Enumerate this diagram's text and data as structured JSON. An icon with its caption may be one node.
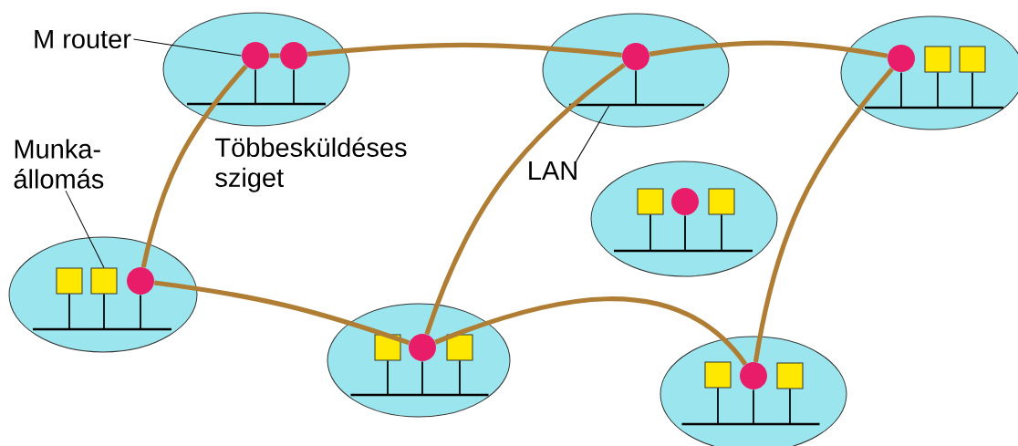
{
  "diagram": {
    "nodes": [
      {
        "text": [
          "M router"
        ]
      },
      {
        "text": [],
        "shape": "ellipse"
      },
      {
        "text": [],
        "shape": "circle",
        "in": 1
      },
      {
        "text": [],
        "shape": "circle",
        "in": 1
      },
      {
        "text": [],
        "shape": "bar",
        "in": 1
      },
      {
        "text": [],
        "shape": "ellipse"
      },
      {
        "text": [],
        "shape": "circle",
        "in": 5
      },
      {
        "text": [],
        "shape": "bar",
        "in": 5
      },
      {
        "text": [],
        "shape": "ellipse"
      },
      {
        "text": [],
        "shape": "circle",
        "in": 8
      },
      {
        "text": [],
        "shape": "box",
        "in": 8
      },
      {
        "text": [],
        "shape": "box",
        "in": 8
      },
      {
        "text": [],
        "shape": "bar",
        "in": 8
      },
      {
        "text": [
          "Munka- állomás"
        ]
      },
      {
        "text": [
          "LAN"
        ]
      },
      {
        "text": [],
        "shape": "ellipse"
      },
      {
        "text": [],
        "shape": "box",
        "in": 15
      },
      {
        "text": [],
        "shape": "circle",
        "in": 15
      },
      {
        "text": [],
        "shape": "box",
        "in": 15
      },
      {
        "text": [],
        "shape": "bar",
        "in": 15
      },
      {
        "text": [],
        "shape": "ellipse"
      },
      {
        "text": [],
        "shape": "box",
        "in": 20
      },
      {
        "text": [],
        "shape": "box",
        "in": 20
      },
      {
        "text": [],
        "shape": "circle",
        "in": 20
      },
      {
        "text": [],
        "shape": "bar",
        "in": 20
      },
      {
        "text": [],
        "shape": "ellipse"
      },
      {
        "text": [],
        "shape": "box",
        "in": 25
      },
      {
        "text": [],
        "shape": "circle",
        "in": 25
      },
      {
        "text": [],
        "shape": "box",
        "in": 25
      },
      {
        "text": [],
        "shape": "bar",
        "in": 25
      },
      {
        "text": [],
        "shape": "ellipse"
      },
      {
        "text": [],
        "shape": "box",
        "in": 30
      },
      {
        "text": [],
        "shape": "circle",
        "in": 30
      },
      {
        "text": [],
        "shape": "box",
        "in": 30
      },
      {
        "text": [],
        "shape": "bar",
        "in": 30
      }
    ],
    "edges": [
      {
        "from": 0,
        "to": 2,
        "arrow": "none"
      },
      {
        "from": 13,
        "to": 22,
        "arrow": "none"
      },
      {
        "from": 14,
        "to": 7,
        "arrow": "none"
      },
      {
        "from": 2,
        "to": 4,
        "arrow": "none"
      },
      {
        "from": 3,
        "to": 4,
        "arrow": "none"
      },
      {
        "from": 6,
        "to": 7,
        "arrow": "none"
      },
      {
        "from": 9,
        "to": 12,
        "arrow": "none"
      },
      {
        "from": 10,
        "to": 12,
        "arrow": "none"
      },
      {
        "from": 11,
        "to": 12,
        "arrow": "none"
      },
      {
        "from": 16,
        "to": 19,
        "arrow": "none"
      },
      {
        "from": 17,
        "to": 19,
        "arrow": "none"
      },
      {
        "from": 18,
        "to": 19,
        "arrow": "none"
      },
      {
        "from": 21,
        "to": 24,
        "arrow": "none"
      },
      {
        "from": 22,
        "to": 24,
        "arrow": "none"
      },
      {
        "from": 23,
        "to": 24,
        "arrow": "none"
      },
      {
        "from": 26,
        "to": 29,
        "arrow": "none"
      },
      {
        "from": 27,
        "to": 29,
        "arrow": "none"
      },
      {
        "from": 28,
        "to": 29,
        "arrow": "none"
      },
      {
        "from": 31,
        "to": 34,
        "arrow": "none"
      },
      {
        "from": 32,
        "to": 34,
        "arrow": "none"
      },
      {
        "from": 33,
        "to": 34,
        "arrow": "none"
      },
      {
        "from": 23,
        "to": 2,
        "arrow": "none",
        "style": "thick",
        "color": "#b07d35"
      },
      {
        "from": 2,
        "to": 3,
        "arrow": "none",
        "style": "thick",
        "color": "#b07d35"
      },
      {
        "from": 3,
        "to": 6,
        "arrow": "none",
        "style": "thick",
        "color": "#b07d35"
      },
      {
        "from": 6,
        "to": 9,
        "arrow": "none",
        "style": "thick",
        "color": "#b07d35"
      },
      {
        "from": 6,
        "to": 27,
        "arrow": "none",
        "style": "thick",
        "color": "#b07d35"
      },
      {
        "from": 9,
        "to": 32,
        "arrow": "none",
        "style": "thick",
        "color": "#b07d35"
      },
      {
        "from": 23,
        "to": 27,
        "arrow": "none",
        "style": "thick",
        "color": "#b07d35"
      },
      {
        "from": 27,
        "to": 32,
        "arrow": "none",
        "style": "thick",
        "color": "#b07d35"
      }
    ],
    "labels": [
      "Többesküldéses sziget"
    ]
  }
}
